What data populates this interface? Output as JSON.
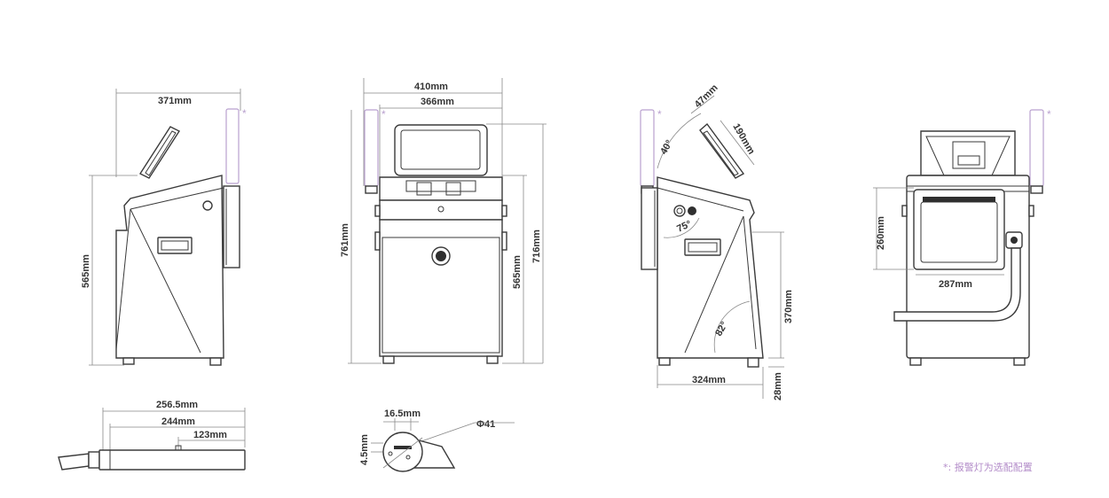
{
  "side_view": {
    "width_label": "371mm",
    "height_label": "565mm",
    "lamp_marker": "*"
  },
  "front_view": {
    "overall_width_label": "410mm",
    "cabinet_width_label": "366mm",
    "total_height_label": "761mm",
    "body_height_label": "565mm",
    "height_716_label": "716mm",
    "lamp_marker": "*"
  },
  "right_view": {
    "angle_40_label": "40°",
    "screen_depth_label": "47mm",
    "screen_height_label": "190mm",
    "angle_75_label": "75°",
    "angle_82_label": "82°",
    "height_370_label": "370mm",
    "depth_label": "324mm",
    "foot_height_label": "28mm",
    "lamp_marker": "*"
  },
  "rear_view": {
    "panel_height_label": "260mm",
    "panel_width_label": "287mm",
    "lamp_marker": "*"
  },
  "printhead_view": {
    "total_length_label": "256.5mm",
    "body_length_label": "244mm",
    "nozzle_length_label": "123mm"
  },
  "nozzle_face_view": {
    "width_label": "16.5mm",
    "diameter_label": "Φ41",
    "offset_label": "4.5mm"
  },
  "footnote": "*: 报警灯为选配配置"
}
